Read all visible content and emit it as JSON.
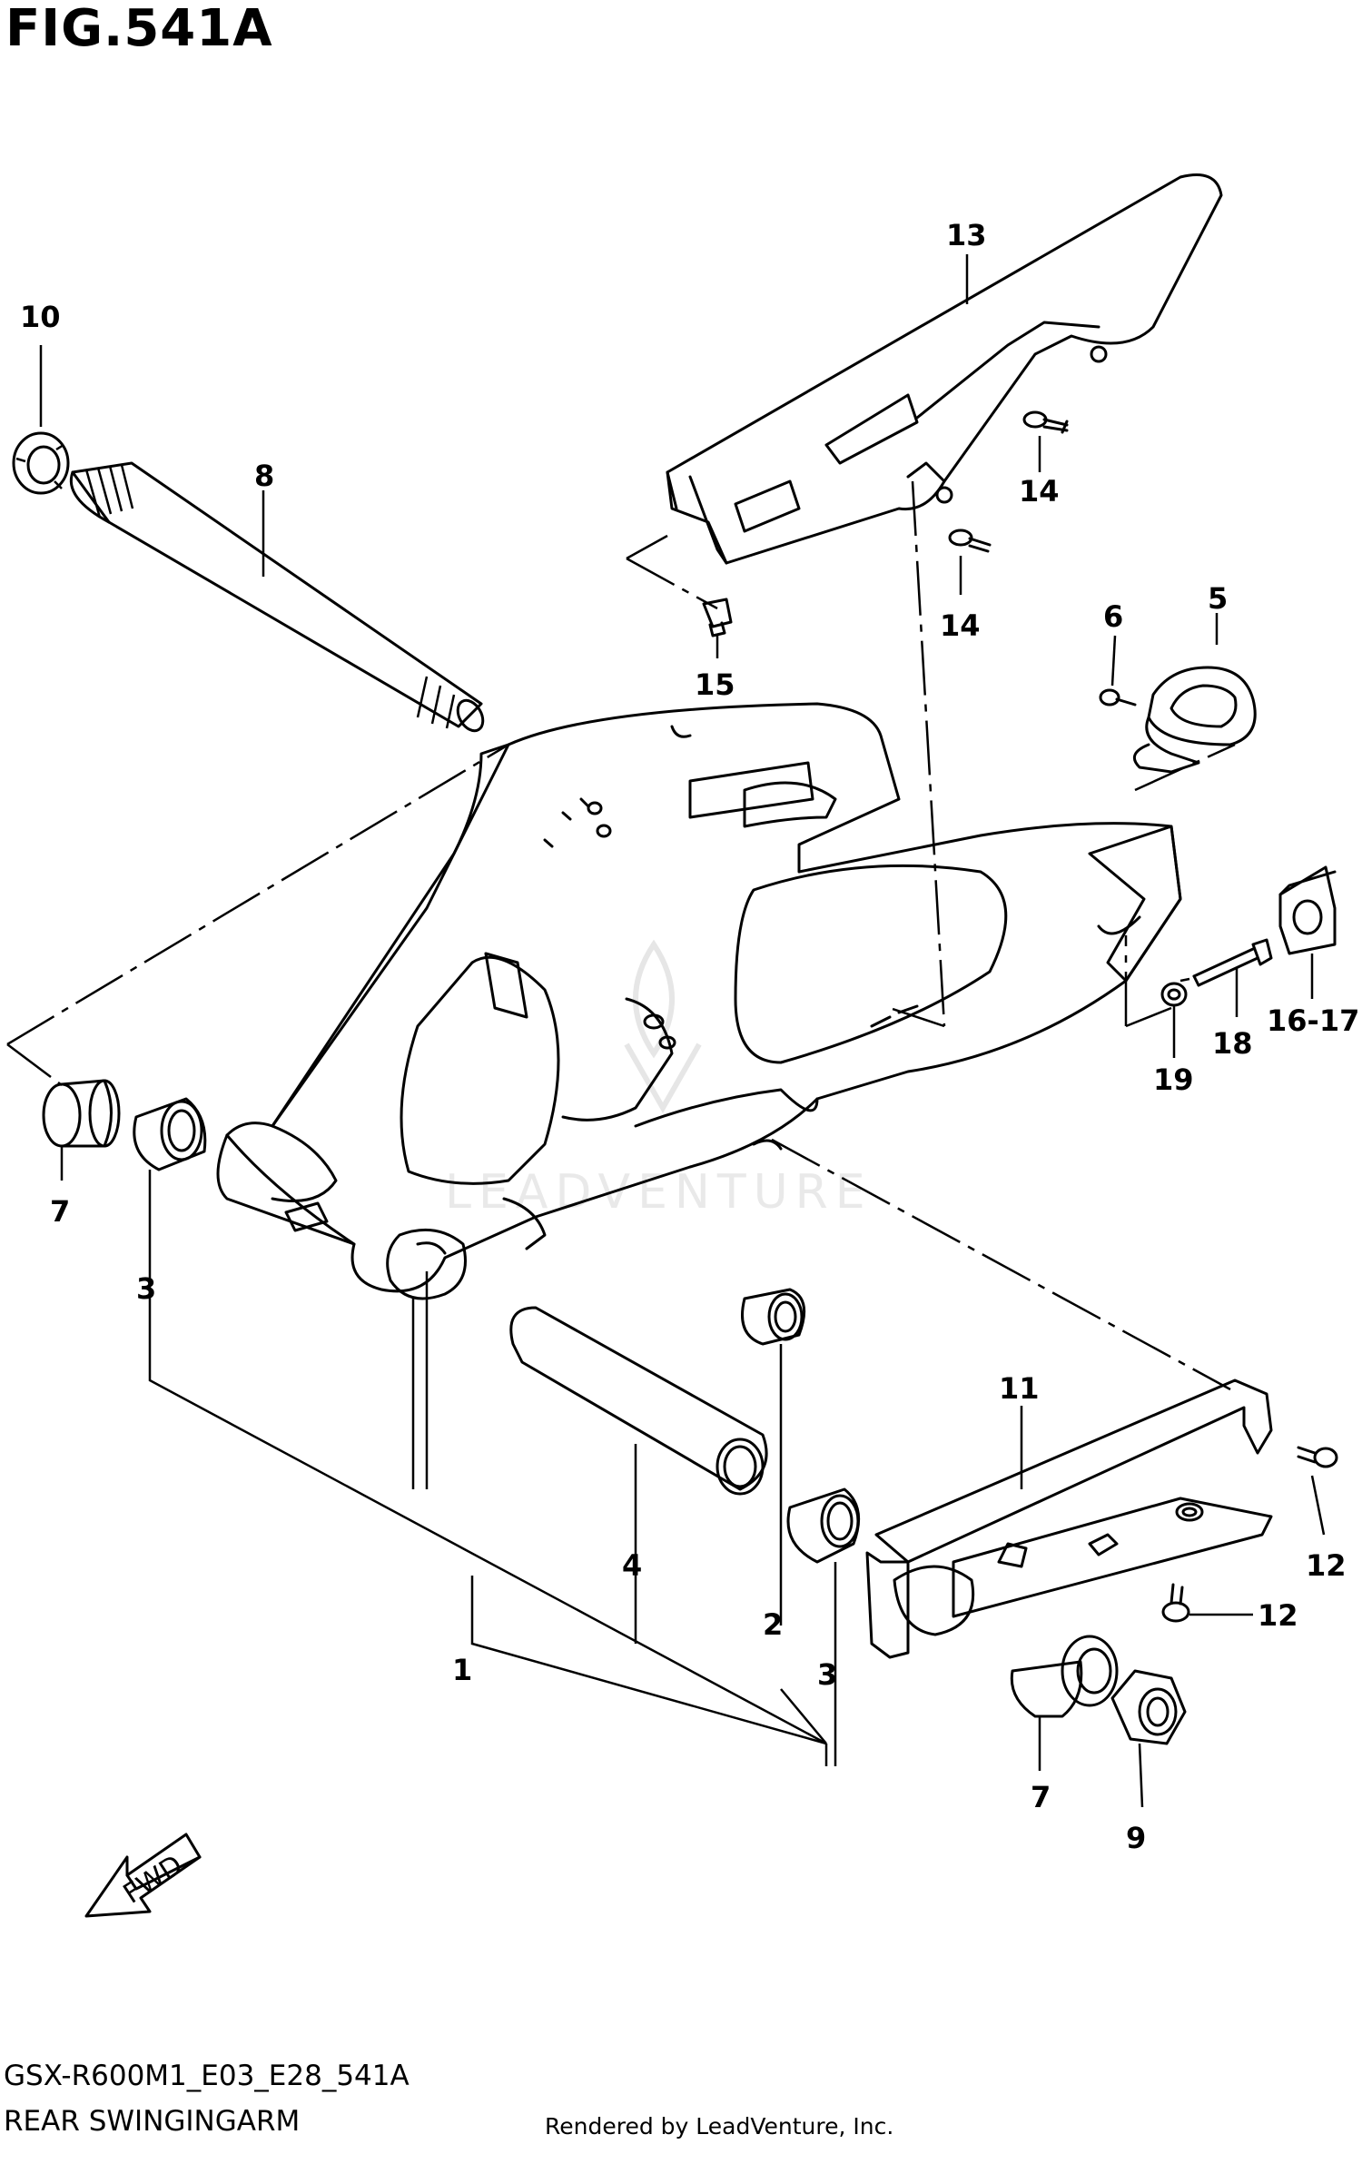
{
  "figure": {
    "title": "FIG.541A",
    "code": "GSX-R600M1_E03_E28_541A",
    "name": "REAR SWINGINGARM",
    "credit": "Rendered by LeadVenture, Inc.",
    "watermark": "LEADVENTURE",
    "fwd_label": "FWD"
  },
  "callouts": [
    {
      "id": "c1",
      "text": "1"
    },
    {
      "id": "c2",
      "text": "2"
    },
    {
      "id": "c3a",
      "text": "3"
    },
    {
      "id": "c3b",
      "text": "3"
    },
    {
      "id": "c4",
      "text": "4"
    },
    {
      "id": "c5",
      "text": "5"
    },
    {
      "id": "c6",
      "text": "6"
    },
    {
      "id": "c7a",
      "text": "7"
    },
    {
      "id": "c7b",
      "text": "7"
    },
    {
      "id": "c8",
      "text": "8"
    },
    {
      "id": "c9",
      "text": "9"
    },
    {
      "id": "c10",
      "text": "10"
    },
    {
      "id": "c11",
      "text": "11"
    },
    {
      "id": "c12a",
      "text": "12"
    },
    {
      "id": "c12b",
      "text": "12"
    },
    {
      "id": "c13",
      "text": "13"
    },
    {
      "id": "c14a",
      "text": "14"
    },
    {
      "id": "c14b",
      "text": "14"
    },
    {
      "id": "c15",
      "text": "15"
    },
    {
      "id": "c1617",
      "text": "16-17"
    },
    {
      "id": "c18",
      "text": "18"
    },
    {
      "id": "c19",
      "text": "19"
    }
  ]
}
